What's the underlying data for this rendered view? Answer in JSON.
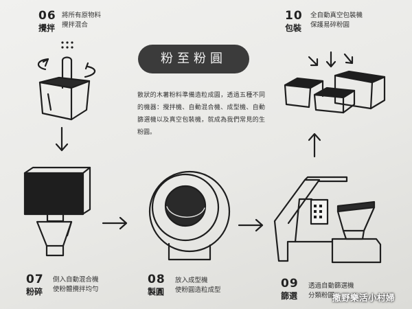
{
  "title": "粉至粉圓",
  "intro": "散狀的木薯粉料準備造粒成圓，透過五種不同的機器：攪拌機、自動混合機、成型機、自動篩選機以及真空包裝機，就成為我們常見的生粉圓。",
  "steps": [
    {
      "number": "06",
      "name": "攪拌",
      "desc1": "將所有原物料",
      "desc2": "攪拌混合"
    },
    {
      "number": "07",
      "name": "粉碎",
      "desc1": "倒入自動混合機",
      "desc2": "使粉體攪拌均勻"
    },
    {
      "number": "08",
      "name": "製圓",
      "desc1": "放入成型機",
      "desc2": "使粉圓造粒成型"
    },
    {
      "number": "09",
      "name": "篩選",
      "desc1": "透過自動篩選機",
      "desc2": "分類粉圓"
    },
    {
      "number": "10",
      "name": "包裝",
      "desc1": "全自動真空包裝機",
      "desc2": "保護易碎粉圓"
    }
  ],
  "watermark": "撒野樂活小村婦",
  "colors": {
    "background": "#ebebe8",
    "ink": "#222222",
    "pill": "#3b3b3b"
  }
}
